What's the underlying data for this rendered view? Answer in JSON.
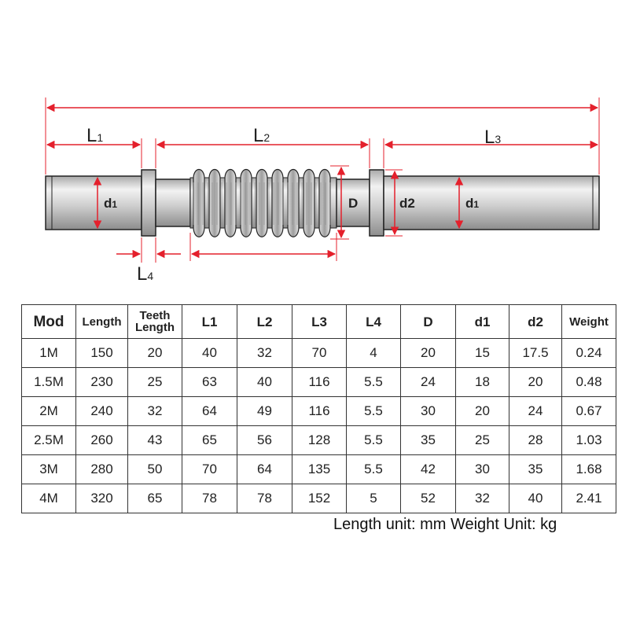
{
  "diagram": {
    "labels": {
      "L1": {
        "main": "L",
        "sub": "1"
      },
      "L2": {
        "main": "L",
        "sub": "2"
      },
      "L3": {
        "main": "L",
        "sub": "3"
      },
      "L4": {
        "main": "L",
        "sub": "4"
      },
      "d1_left": {
        "main": "d",
        "sub": "1"
      },
      "D": {
        "main": "D"
      },
      "d2": {
        "main": "d2"
      },
      "d1_right": {
        "main": "d",
        "sub": "1"
      }
    },
    "colors": {
      "dimension": "#e4202c",
      "outline": "#222222",
      "steel": "#c9c9c9"
    }
  },
  "table": {
    "headers": [
      "Mod",
      "Length",
      "Teeth Length",
      "L1",
      "L2",
      "L3",
      "L4",
      "D",
      "d1",
      "d2",
      "Weight"
    ],
    "rows": [
      [
        "1M",
        "150",
        "20",
        "40",
        "32",
        "70",
        "4",
        "20",
        "15",
        "17.5",
        "0.24"
      ],
      [
        "1.5M",
        "230",
        "25",
        "63",
        "40",
        "116",
        "5.5",
        "24",
        "18",
        "20",
        "0.48"
      ],
      [
        "2M",
        "240",
        "32",
        "64",
        "49",
        "116",
        "5.5",
        "30",
        "20",
        "24",
        "0.67"
      ],
      [
        "2.5M",
        "260",
        "43",
        "65",
        "56",
        "128",
        "5.5",
        "35",
        "25",
        "28",
        "1.03"
      ],
      [
        "3M",
        "280",
        "50",
        "70",
        "64",
        "135",
        "5.5",
        "42",
        "30",
        "35",
        "1.68"
      ],
      [
        "4M",
        "320",
        "65",
        "78",
        "78",
        "152",
        "5",
        "52",
        "32",
        "40",
        "2.41"
      ]
    ]
  },
  "units_note": "Length unit: mm Weight Unit: kg"
}
